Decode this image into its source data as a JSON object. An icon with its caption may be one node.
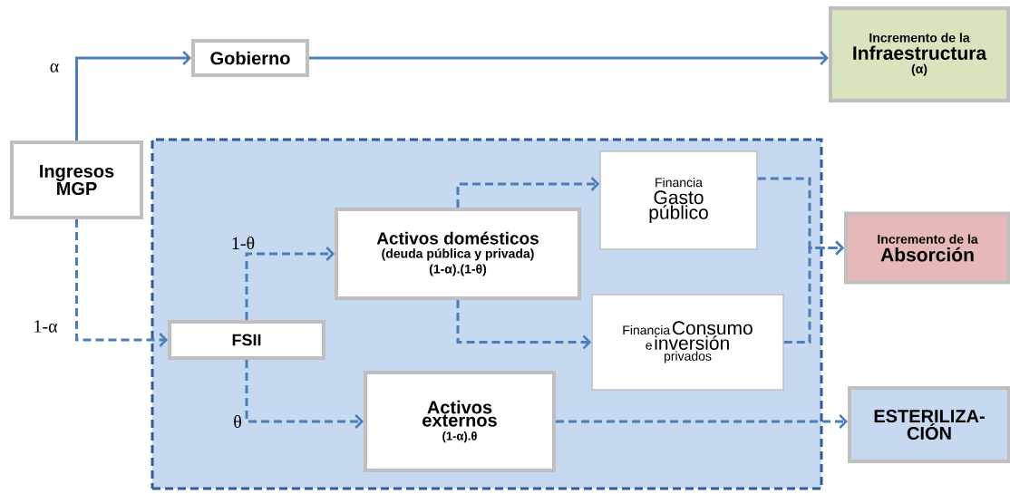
{
  "diagram": {
    "nodes": [
      {
        "text": [
          "Gobierno"
        ]
      },
      {
        "text": [
          "Incremento de la",
          "Infraestructura",
          "(α)"
        ]
      },
      {
        "text": [
          "Ingresos MGP"
        ]
      },
      {
        "text": [],
        "shape": "box"
      },
      {
        "text": [
          "Financia",
          "Gasto público"
        ],
        "in": 3
      },
      {
        "text": [
          "Activos domésticos",
          "(deuda pública y privada)",
          "(1-α).(1-θ)"
        ],
        "in": 3
      },
      {
        "text": [
          "Incremento de la",
          "Absorción"
        ]
      },
      {
        "text": [
          "Financia",
          "Consumo",
          "e",
          "inversión",
          "privados"
        ],
        "in": 3
      },
      {
        "text": [
          "FSII"
        ],
        "in": 3
      },
      {
        "text": [
          "Activos externos",
          "(1-α).θ"
        ],
        "in": 3
      },
      {
        "text": [
          "ESTERILIZA- CIÓN"
        ]
      }
    ],
    "edges": [
      {
        "from": 2,
        "to": 0,
        "arrow": "to",
        "label": "α"
      },
      {
        "from": 0,
        "to": 1,
        "arrow": "to"
      },
      {
        "from": 2,
        "to": 8,
        "arrow": "to",
        "label": "1-α",
        "style": "dashed"
      },
      {
        "from": 8,
        "to": 5,
        "arrow": "to",
        "label": "1-θ",
        "style": "dashed"
      },
      {
        "from": 8,
        "to": 9,
        "arrow": "to",
        "label": "θ",
        "style": "dashed"
      },
      {
        "from": 5,
        "to": 4,
        "arrow": "to",
        "style": "dashed"
      },
      {
        "from": 5,
        "to": 7,
        "arrow": "to",
        "style": "dashed"
      },
      {
        "from": 4,
        "to": 6,
        "arrow": "to",
        "style": "dashed"
      },
      {
        "from": 7,
        "to": 6,
        "arrow": "to",
        "style": "dashed"
      },
      {
        "from": 9,
        "to": 10,
        "arrow": "to",
        "style": "dashed"
      }
    ]
  }
}
